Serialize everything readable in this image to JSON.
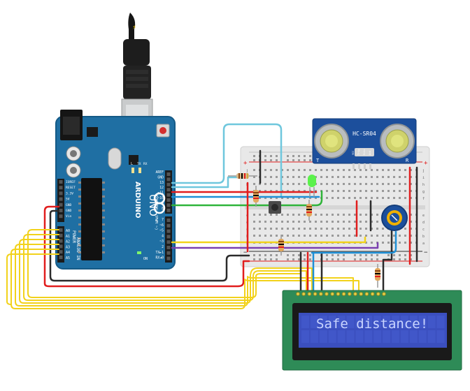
{
  "arduino": {
    "brand": "ARDUINO",
    "model": "UNO",
    "power_header": "POWER",
    "analog_header": "ANALOG IN",
    "digital_header": "DIGITAL (PWM ~)",
    "power_pins": [
      "IOREF",
      "RESET",
      "3.3V",
      "5V",
      "GND",
      "GND",
      "Vin"
    ],
    "analog_pins": [
      "A0",
      "A1",
      "A2",
      "A3",
      "A4",
      "A5"
    ],
    "digital_pins_top": [
      "AREF",
      "GND",
      "13",
      "12",
      "~11",
      "~10",
      "~9",
      "8"
    ],
    "digital_pins_bottom": [
      "7",
      "~6",
      "~5",
      "4",
      "~3",
      "2",
      "TX►1",
      "RX◄0"
    ],
    "led_labels": [
      "L",
      "TX",
      "RX"
    ],
    "on_label": "ON",
    "bb_label": "TX\nRX"
  },
  "sensor": {
    "name": "HC-SR04",
    "left_mark": "T",
    "right_mark": "R",
    "pins": [
      "VCC",
      "Trig",
      "Echo",
      "Gnd"
    ]
  },
  "lcd": {
    "message": "Safe distance!"
  },
  "breadboard": {
    "plus": "+",
    "minus": "−",
    "row_letters_top": [
      "j",
      "i",
      "h",
      "g",
      "f"
    ],
    "row_letters_bottom": [
      "e",
      "d",
      "c",
      "b",
      "a"
    ]
  },
  "colors": {
    "arduino_board": "#1f6fa3",
    "arduino_edge": "#155a86",
    "breadboard": "#e8e8e8",
    "sensor_board": "#1c4f9c",
    "lcd_board": "#2e8b57",
    "lcd_screen": "#3b4fbf",
    "lcd_text": "#c9d4ff",
    "wire_red": "#e11d1d",
    "wire_black": "#2b2b2b",
    "wire_yellow": "#f2d21b",
    "wire_blue": "#1e90d6",
    "wire_cyan": "#6fc7dd",
    "wire_green": "#2fb43a",
    "wire_purple": "#7b3fb0",
    "led_green": "#5bf24b"
  }
}
